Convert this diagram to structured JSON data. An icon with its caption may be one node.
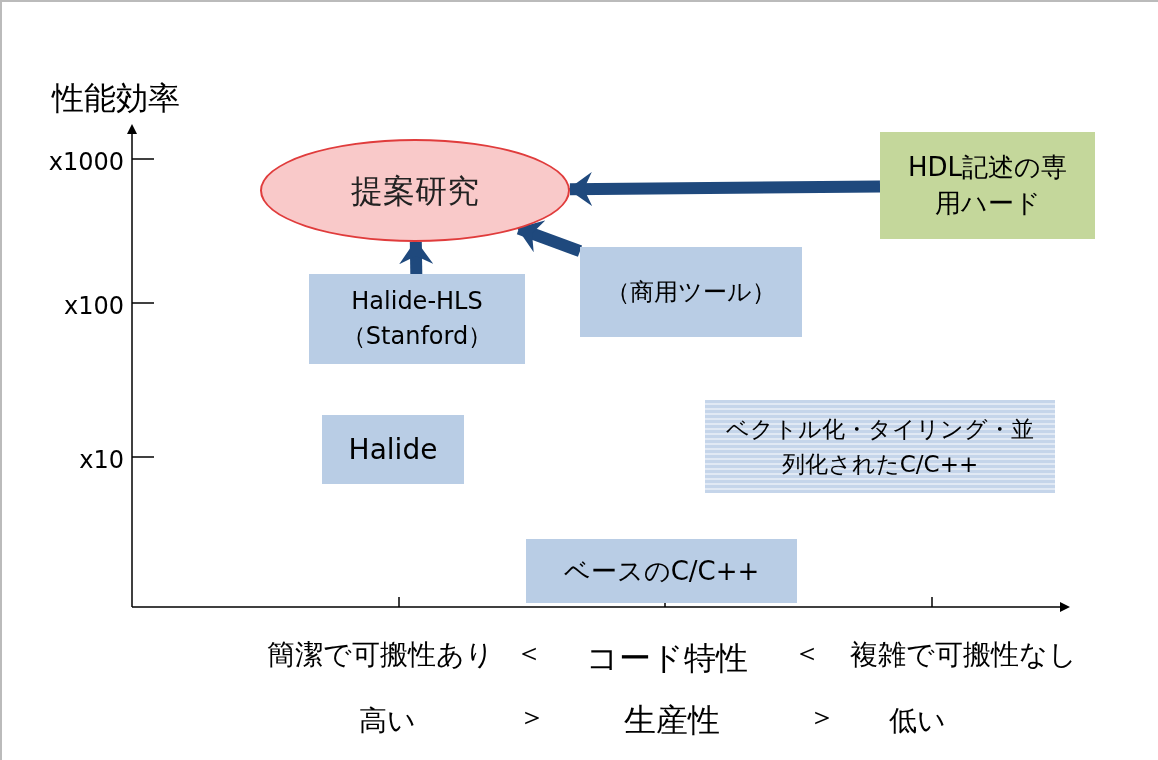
{
  "diagram": {
    "nodes": [
      {
        "text": [
          "提案研究"
        ]
      },
      {
        "text": [
          "HDL記述の専用ハード"
        ]
      },
      {
        "text": [
          "Halide-HLS （Stanford）"
        ]
      },
      {
        "text": [
          "（商用ツール）"
        ]
      },
      {
        "text": [
          "Halide"
        ]
      },
      {
        "text": [
          "ベクトル化・タイリング・並列化されたC/C++"
        ]
      },
      {
        "text": [
          "ベースのC/C++"
        ]
      }
    ],
    "edges": [
      {
        "from": 1,
        "to": 0,
        "arrow": "to"
      },
      {
        "from": 2,
        "to": 0,
        "arrow": "to"
      },
      {
        "from": 3,
        "to": 0,
        "arrow": "to"
      }
    ],
    "labels": [
      "性能効率",
      "x1000",
      "x100",
      "x10",
      "簡潔で可搬性あり",
      "＜",
      "コード特性",
      "＜",
      "複雑で可搬性なし",
      "高い",
      "＞",
      "生産性",
      "＞",
      "低い"
    ]
  }
}
